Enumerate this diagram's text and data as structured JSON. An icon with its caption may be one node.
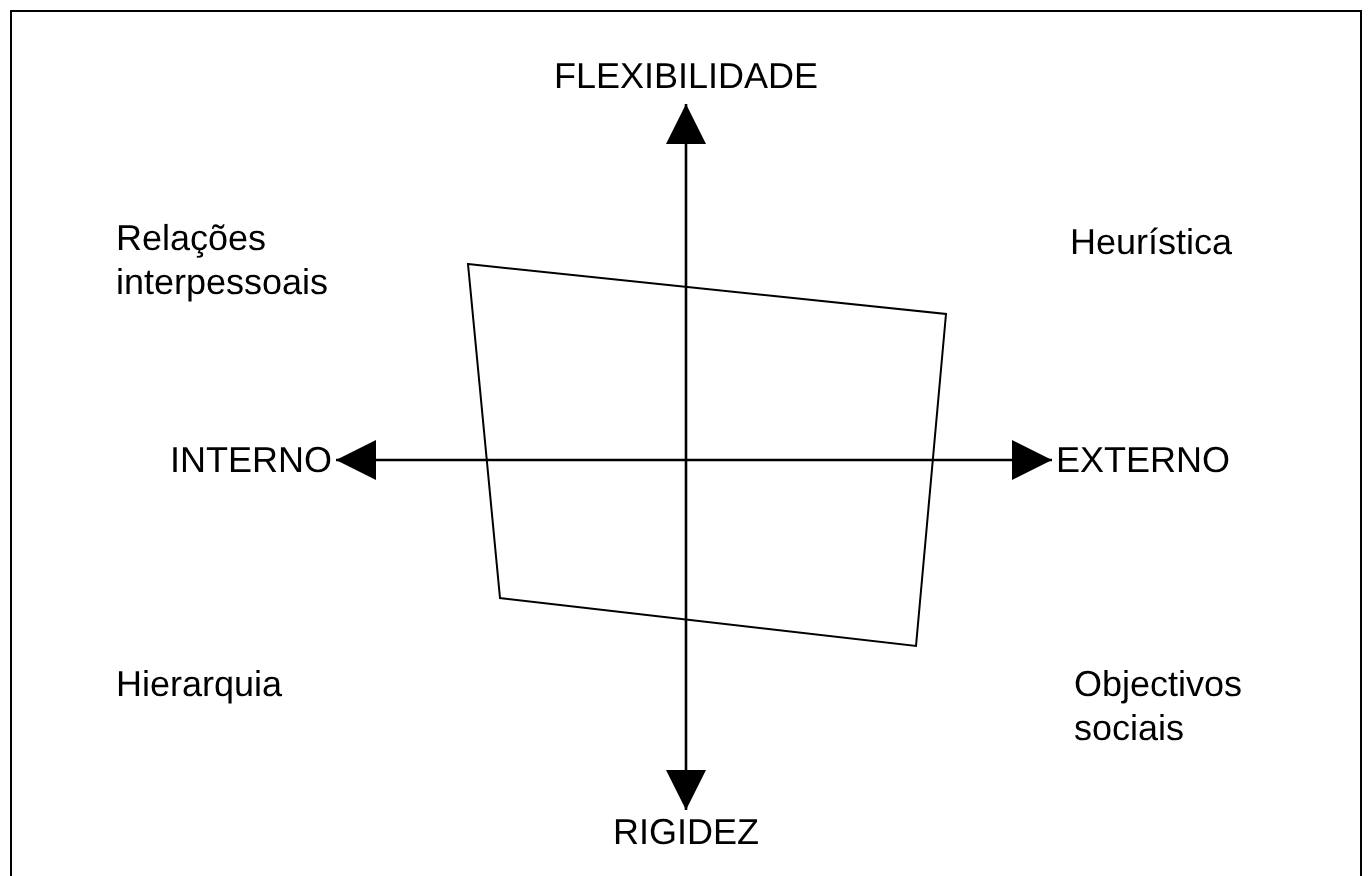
{
  "diagram": {
    "nodes": [
      {
        "text": [
          "FLEXIBILIDADE"
        ]
      },
      {
        "text": [
          "RIGIDEZ"
        ]
      },
      {
        "text": [
          "INTERNO"
        ]
      },
      {
        "text": [
          "EXTERNO"
        ]
      }
    ],
    "edges": [
      {
        "from": 0,
        "to": 1,
        "arrow": "both"
      },
      {
        "from": 2,
        "to": 3,
        "arrow": "both"
      }
    ],
    "labels": [
      "Relações interpessoais",
      "Heurística",
      "Hierarquia",
      "Objectivos sociais"
    ]
  }
}
